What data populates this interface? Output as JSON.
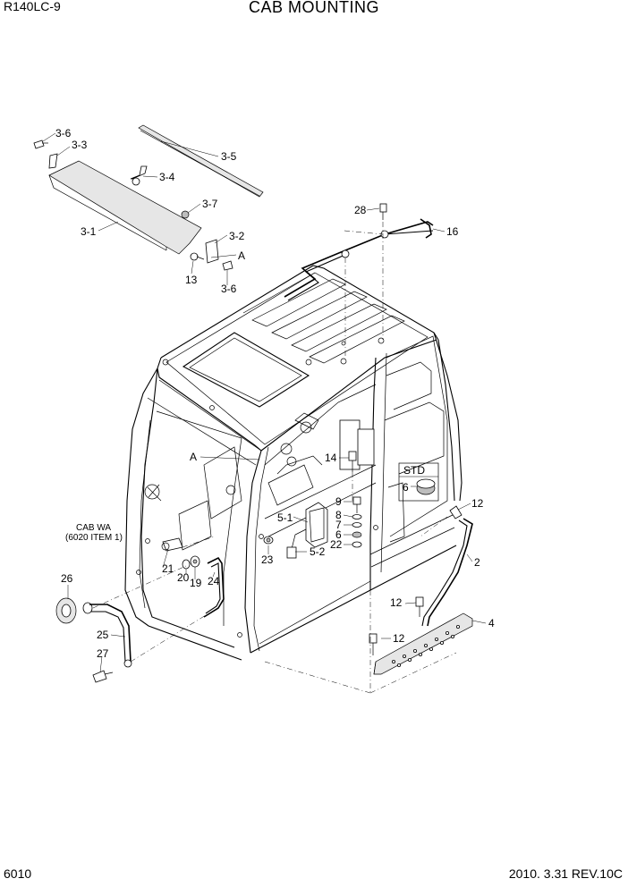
{
  "header": {
    "model": "R140LC-9",
    "title": "CAB MOUNTING"
  },
  "footer": {
    "page": "6010",
    "revision": "2010. 3.31  REV.10C"
  },
  "labels": {
    "p3_6a": "3-6",
    "p3_3": "3-3",
    "p3_5": "3-5",
    "p3_4": "3-4",
    "p3_7": "3-7",
    "p3_1": "3-1",
    "p3_2": "3-2",
    "pA1": "A",
    "p13": "13",
    "p3_6b": "3-6",
    "p28": "28",
    "p16": "16",
    "pA2": "A",
    "p14": "14",
    "std": "STD",
    "p6std": "6",
    "p9": "9",
    "p8": "8",
    "p7": "7",
    "p6": "6",
    "p22": "22",
    "p12a": "12",
    "p5_1": "5-1",
    "p5_2": "5-2",
    "p23": "23",
    "p2": "2",
    "cab_wa_1": "CAB WA",
    "cab_wa_2": "(6020 ITEM 1)",
    "p21": "21",
    "p20": "20",
    "p19": "19",
    "p24": "24",
    "p26": "26",
    "p25": "25",
    "p27": "27",
    "p12b": "12",
    "p12c": "12",
    "p4": "4"
  }
}
